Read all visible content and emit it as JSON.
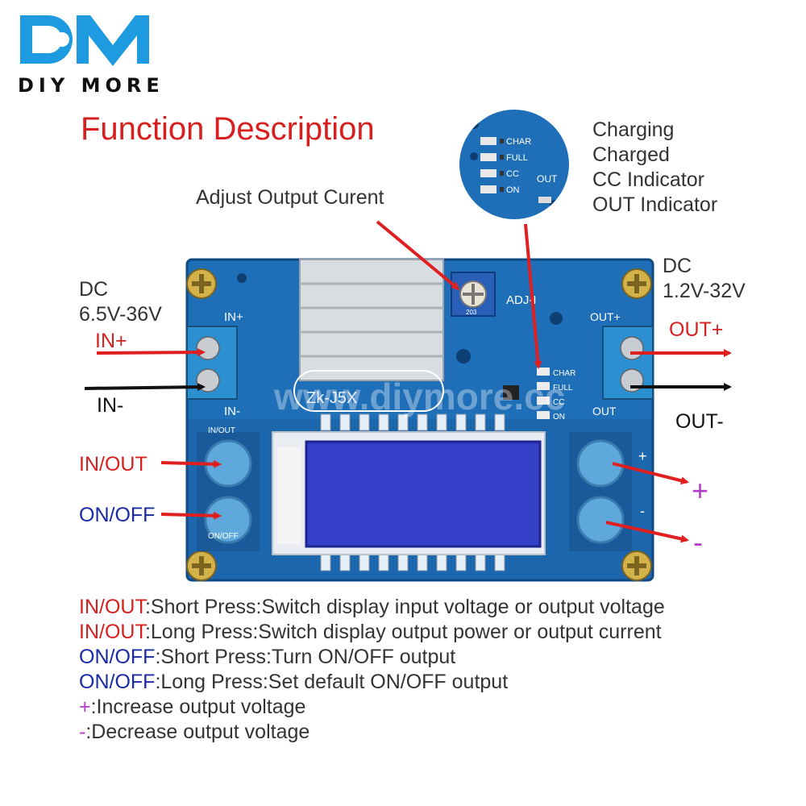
{
  "brand": {
    "logo_text": "DIY MORE",
    "logo_glyphs": "DM",
    "watermark": "www.diymore.cc"
  },
  "title": "Function Description",
  "labels": {
    "adjust_current": "Adjust Output Curent",
    "indicators": [
      "Charging",
      "Charged",
      "CC Indicator",
      "OUT Indicator"
    ],
    "dc_in_line1": "DC",
    "dc_in_line2": "6.5V-36V",
    "dc_out_line1": "DC",
    "dc_out_line2": "1.2V-32V",
    "in_plus": "IN+",
    "in_minus": "IN-",
    "out_plus": "OUT+",
    "out_minus": "OUT-",
    "in_out": "IN/OUT",
    "on_off": "ON/OFF",
    "plus": "+",
    "minus": "-"
  },
  "board": {
    "silk_model": "Zk-J5X",
    "silk_adj": "ADJ-I",
    "silk_in_plus": "IN+",
    "silk_in_minus": "IN-",
    "silk_out_plus": "OUT+",
    "silk_out": "OUT",
    "silk_inout": "IN/OUT",
    "silk_onoff": "ON/OFF",
    "led_labels": [
      "CHAR",
      "FULL",
      "CC",
      "ON"
    ],
    "pot_code": "203"
  },
  "descriptions": [
    {
      "key": "IN/OUT",
      "text": ":Short Press:Switch display input voltage or output voltage"
    },
    {
      "key": "IN/OUT",
      "text": ":Long Press:Switch display output power or output current"
    },
    {
      "key": "ON/OFF",
      "text": ":Short Press:Turn ON/OFF output"
    },
    {
      "key": "ON/OFF",
      "text": ":Long Press:Set default ON/OFF output"
    },
    {
      "key": "+",
      "text": ":Increase output voltage"
    },
    {
      "key": "-",
      "text": ":Decrease output voltage"
    }
  ],
  "colors": {
    "red": "#d81f1f",
    "navy": "#1a2aa0",
    "purple": "#b43cc8",
    "pcb": "#1f6fb8",
    "logo": "#1e9be0"
  }
}
